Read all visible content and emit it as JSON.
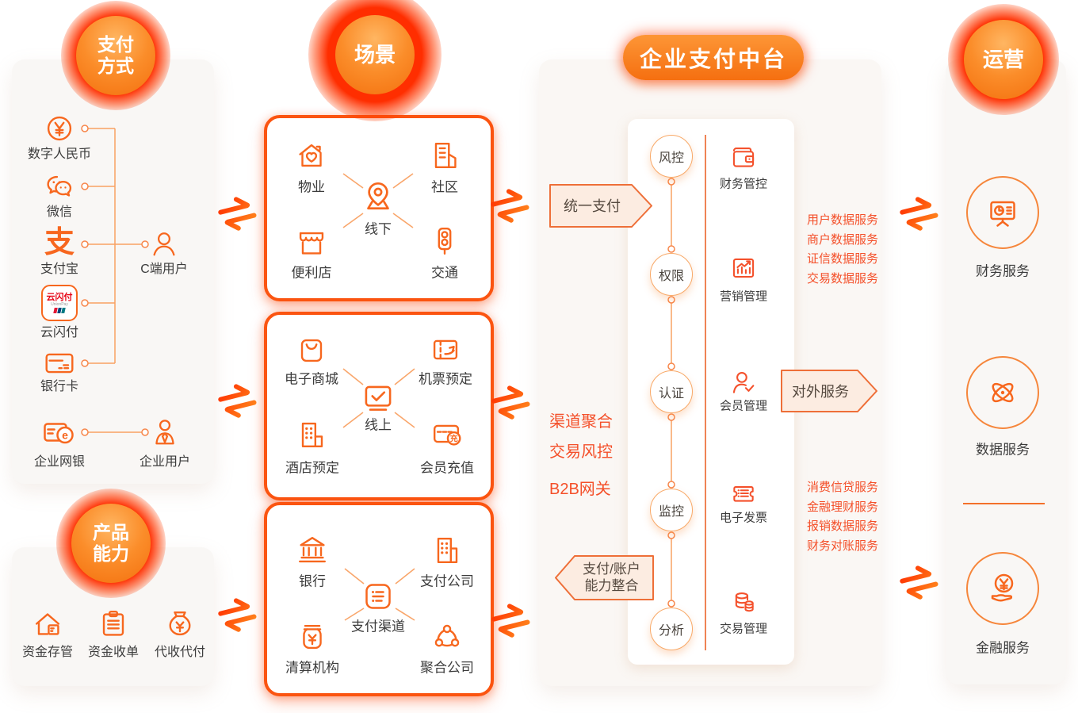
{
  "colors": {
    "primary_orange": "#f7671e",
    "deep_orange_red": "#fb4a05",
    "module_red": "#f4512c",
    "text_red": "#f4502a",
    "badge_top": "#ffb662",
    "badge_bottom": "#f3700e",
    "label_gray": "#3c3c3c"
  },
  "payment_methods": {
    "badge_line1": "支付",
    "badge_line2": "方式",
    "items": [
      {
        "label": "数字人民币",
        "icon": "digital-rmb-icon"
      },
      {
        "label": "微信",
        "icon": "wechat-icon"
      },
      {
        "label": "支付宝",
        "icon": "alipay-icon"
      },
      {
        "label": "云闪付",
        "icon": "unionpay-app-icon"
      },
      {
        "label": "银行卡",
        "icon": "bank-card-icon"
      },
      {
        "label": "企业网银",
        "icon": "corp-ebank-icon"
      }
    ],
    "users": [
      {
        "label": "C端用户",
        "icon": "c-user-icon"
      },
      {
        "label": "企业用户",
        "icon": "corp-user-icon"
      }
    ]
  },
  "product_capability": {
    "badge_line1": "产品",
    "badge_line2": "能力",
    "items": [
      {
        "label": "资金存管",
        "icon": "fund-custody-icon"
      },
      {
        "label": "资金收单",
        "icon": "fund-acquiring-icon"
      },
      {
        "label": "代收代付",
        "icon": "collect-pay-icon"
      }
    ]
  },
  "scenes": {
    "badge": "场景",
    "offline": {
      "center": "线下",
      "corners": [
        "物业",
        "社区",
        "便利店",
        "交通"
      ]
    },
    "online": {
      "center": "线上",
      "corners": [
        "电子商城",
        "机票预定",
        "酒店预定",
        "会员充值"
      ]
    },
    "channels": {
      "center": "支付渠道",
      "corners": [
        "银行",
        "支付公司",
        "清算机构",
        "聚合公司"
      ]
    }
  },
  "platform": {
    "badge": "企业支付中台",
    "chain": [
      "风控",
      "权限",
      "认证",
      "监控",
      "分析"
    ],
    "modules": [
      "财务管控",
      "营销管理",
      "会员管理",
      "电子发票",
      "交易管理"
    ],
    "tag_unified": "统一支付",
    "tag_integration_line1": "支付/账户",
    "tag_integration_line2": "能力整合",
    "tag_external": "对外服务",
    "capabilities": [
      "渠道聚合",
      "交易风控",
      "B2B网关"
    ],
    "data_services": [
      "用户数据服务",
      "商户数据服务",
      "证信数据服务",
      "交易数据服务"
    ],
    "finance_services": [
      "消费信贷服务",
      "金融理财服务",
      "报销数据服务",
      "财务对账服务"
    ]
  },
  "operations": {
    "badge": "运营",
    "items": [
      {
        "label": "财务服务",
        "icon": "finance-service-icon"
      },
      {
        "label": "数据服务",
        "icon": "data-service-icon"
      },
      {
        "label": "金融服务",
        "icon": "financial-service-icon"
      }
    ]
  },
  "glyphs": {
    "alipay": "支",
    "ebank_e": "e",
    "recharge": "充",
    "unionpay_app": "云闪付",
    "unionpay_sub": "UnionPay"
  },
  "icons": {
    "digital-rmb-icon": "yuan-in-circle",
    "wechat-icon": "chat-bubbles",
    "alipay-icon": "支-glyph",
    "unionpay-app-icon": "unionpay-app-tile",
    "bank-card-icon": "bank-card",
    "corp-ebank-icon": "card-with-e",
    "c-user-icon": "person-outline",
    "corp-user-icon": "person-with-tie",
    "fund-custody-icon": "house-with-safe",
    "fund-acquiring-icon": "clipboard",
    "collect-pay-icon": "money-bag-yuan",
    "property-icon": "house-with-heart",
    "community-icon": "building-lines",
    "store-icon": "storefront-awning",
    "traffic-icon": "traffic-light",
    "offline-icon": "map-pin-base",
    "mall-icon": "shopping-bag",
    "flight-icon": "ticket-plane",
    "hotel-icon": "building-dots",
    "recharge-icon": "card-with-充",
    "online-icon": "monitor-checkmark",
    "bank-icon": "classical-bank",
    "pay-company-icon": "building-annex",
    "clearing-icon": "jar-with-yuan",
    "aggregator-icon": "three-linked-circles",
    "channel-icon": "rounded-square-list",
    "finance-control-icon": "wallet",
    "marketing-icon": "chart-trend-arrow",
    "member-icon": "person-check",
    "invoice-icon": "ticket-with-lines",
    "transaction-icon": "database-cylinders",
    "finance-service-icon": "presentation-pie-board",
    "data-service-icon": "atom-orbits",
    "financial-service-icon": "hand-holding-coin",
    "exchange-icon": "double-harpoon-arrows"
  }
}
